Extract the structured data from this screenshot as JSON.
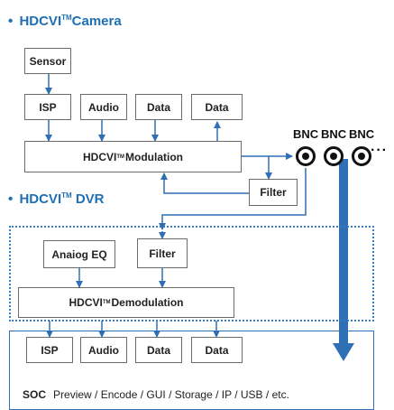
{
  "camera": {
    "title": "HDCVI",
    "title_suffix": "Camera",
    "tm": "TM",
    "sensor": "Sensor",
    "isp": "ISP",
    "audio": "Audio",
    "data1": "Data",
    "data2": "Data",
    "modulation": "HDCVI",
    "modulation_suffix": " Modulation",
    "filter": "Filter"
  },
  "bnc": {
    "labels": [
      "BNC",
      "BNC",
      "BNC"
    ],
    "more": "···"
  },
  "dvr": {
    "title": "HDCVI",
    "title_suffix": " DVR",
    "tm": "TM",
    "analog_eq": "Anaiog EQ",
    "filter": "Filter",
    "demodulation": "HDCVI",
    "demodulation_suffix": " Demodulation"
  },
  "soc": {
    "isp": "ISP",
    "audio": "Audio",
    "data1": "Data",
    "data2": "Data",
    "label": "SOC",
    "functions": "Preview / Encode / GUI / Storage / IP / USB / etc."
  },
  "colors": {
    "accent": "#1f6fb5",
    "line": "#2f6fb5",
    "box_border": "#6b6b6b"
  }
}
